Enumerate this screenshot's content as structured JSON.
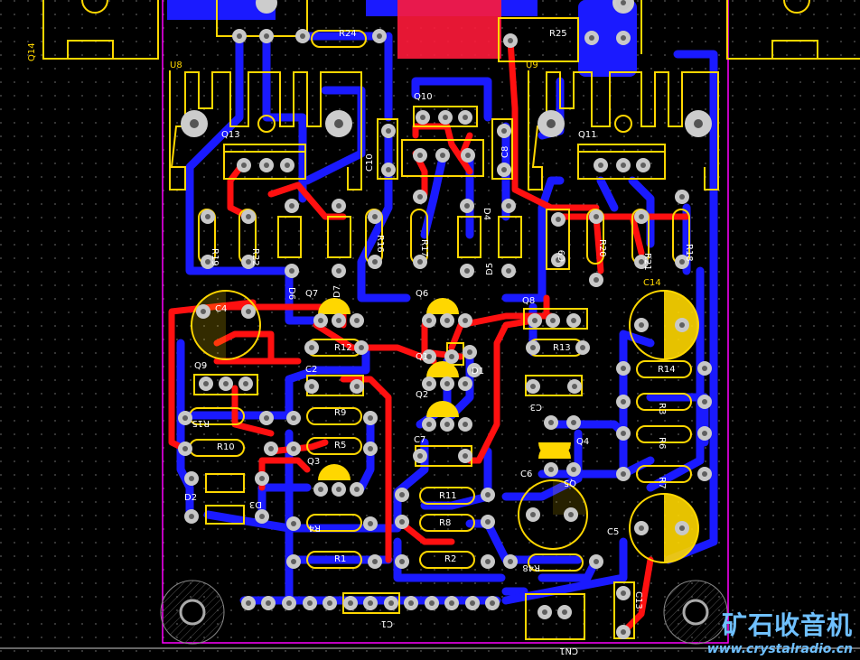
{
  "labels": {
    "Q14": "Q14",
    "U8": "U8",
    "U9": "U9",
    "R24": "R24",
    "R25": "R25",
    "Q13": "Q13",
    "Q11": "Q11",
    "Q10": "Q10",
    "C10": "C10",
    "C8": "C8",
    "R19": "R19",
    "R22": "R22",
    "R16": "R16",
    "R17": "R17",
    "D4": "D4",
    "R20": "R20",
    "R21": "R21",
    "R18": "R18",
    "C9": "C9",
    "D6": "D6",
    "D7": "D7",
    "D5": "D5",
    "C4": "C4",
    "Q7": "Q7",
    "Q6": "Q6",
    "Q8": "Q8",
    "R12": "R12",
    "R13": "R13",
    "Q1": "Q1",
    "D1": "D1",
    "C2": "C2",
    "Q9": "Q9",
    "Q2": "Q2",
    "C3": "C3",
    "R14": "R14",
    "R15": "R15",
    "R9": "R9",
    "R3": "R3",
    "R10": "R10",
    "R5": "R5",
    "R6": "R6",
    "C7": "C7",
    "Q4": "Q4",
    "Q3": "Q3",
    "Q5": "Q5",
    "C6": "C6",
    "R7": "R7",
    "D2": "D2",
    "D3": "D3",
    "R11": "R11",
    "R8": "R8",
    "R4": "R4",
    "C5": "C5",
    "R1": "R1",
    "R2": "R2",
    "R48": "R48",
    "C13": "C13",
    "C1": "C1",
    "CN1": "CN1",
    "C14": "C14"
  },
  "watermark": {
    "cn": "矿石收音机",
    "en": "www.crystalradio.cn"
  },
  "colors": {
    "bg": "#000000",
    "top": "#ff0a0a",
    "bottom": "#1414ff",
    "silk": "#ffd700",
    "pad": "#c8c8c8",
    "outline": "#ff00ff"
  }
}
